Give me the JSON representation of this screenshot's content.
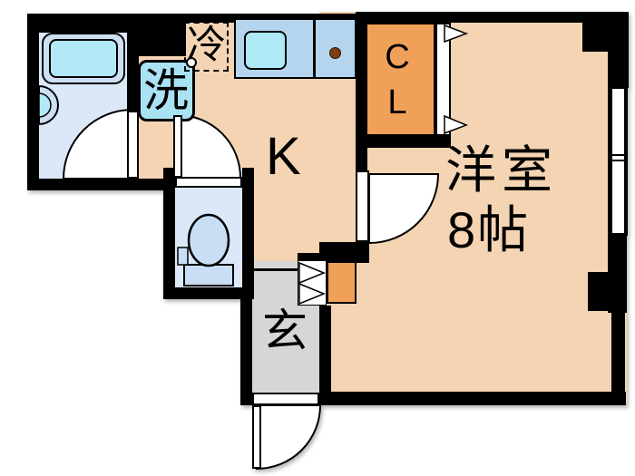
{
  "floorplan": {
    "type": "apartment-floorplan",
    "labels": {
      "kitchen": "K",
      "western_room_name": "洋室",
      "western_room_size": "8帖",
      "entrance": "玄",
      "closet": "CL",
      "refrigerator": "冷",
      "washing_machine": "洗"
    },
    "colors": {
      "wall_black": "#000000",
      "floor_peach": "#f4d4b2",
      "closet_orange": "#f0a058",
      "entrance_gray": "#d6d6d8",
      "wet_room_blue": "#dce8f7",
      "fixture_blue": "#c9def5",
      "counter_blue": "#b5d5ee",
      "appliance_cyan": "#a9e2f3",
      "burner_brown": "#7d3f10"
    }
  }
}
